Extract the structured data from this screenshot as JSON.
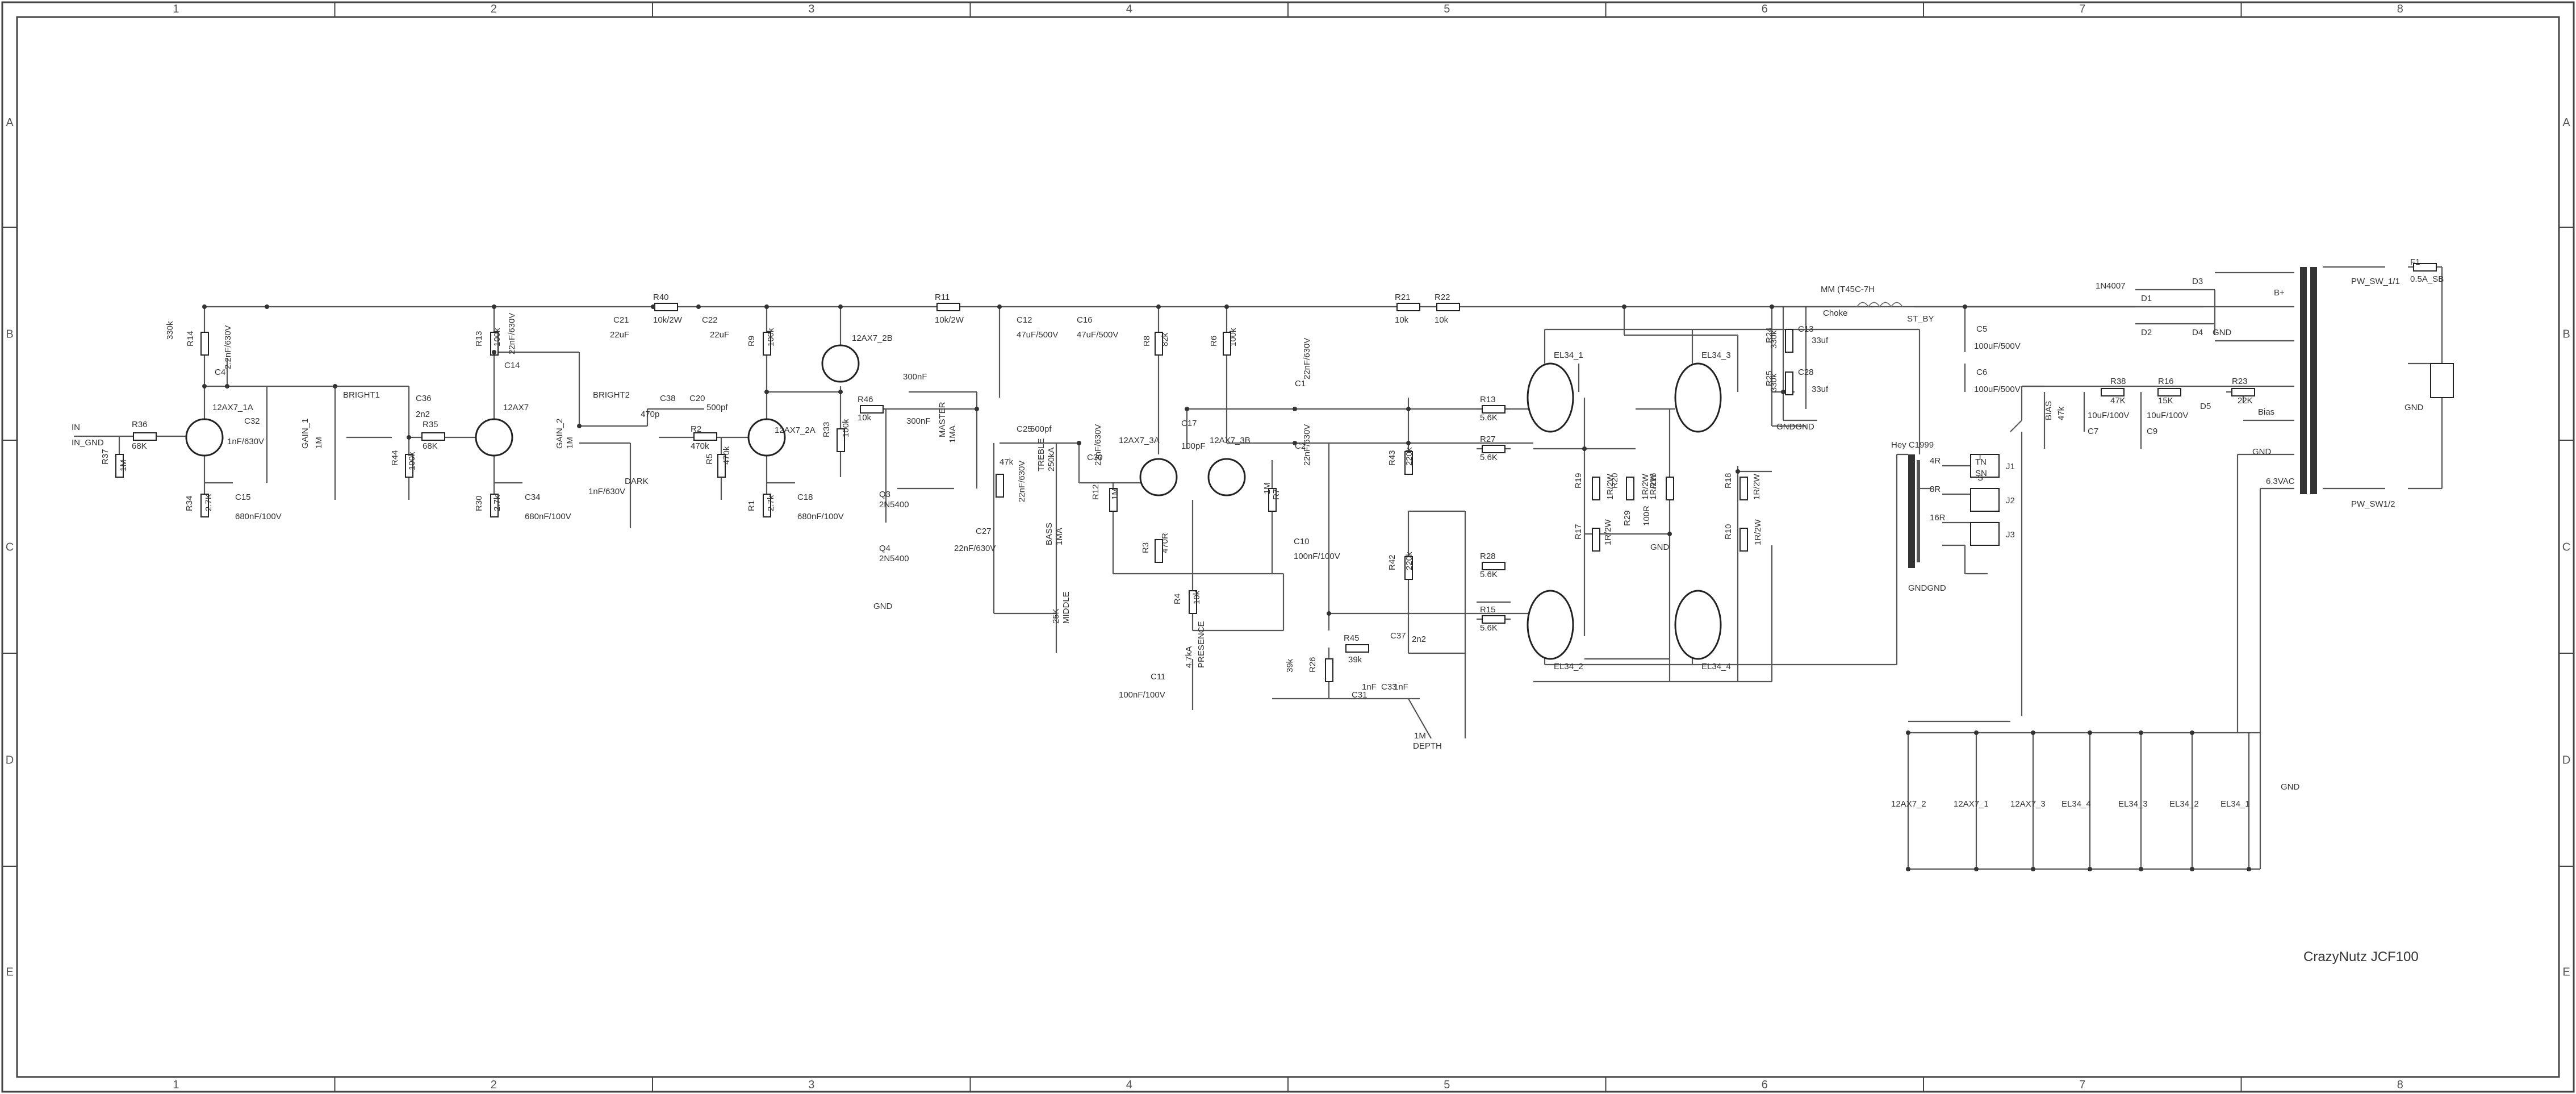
{
  "title_block": {
    "text": "CrazyNutz JCF100"
  },
  "border": {
    "columns": [
      "1",
      "2",
      "3",
      "4",
      "5",
      "6",
      "7",
      "8"
    ],
    "rows": [
      "A",
      "B",
      "C",
      "D",
      "E"
    ]
  },
  "components": [
    {
      "id": "in-label",
      "text": "IN"
    },
    {
      "id": "in-gnd-label",
      "text": "IN_GND"
    },
    {
      "id": "r36",
      "text": "R36"
    },
    {
      "id": "r36v",
      "text": "68K"
    },
    {
      "id": "r37",
      "text": "R37"
    },
    {
      "id": "r37v",
      "text": "1M"
    },
    {
      "id": "r14",
      "text": "R14"
    },
    {
      "id": "r14v",
      "text": "330k"
    },
    {
      "id": "c4",
      "text": "C4"
    },
    {
      "id": "c4v",
      "text": "2.2nF/630V"
    },
    {
      "id": "v1a",
      "text": "12AX7_1A"
    },
    {
      "id": "c32",
      "text": "C32"
    },
    {
      "id": "c32v",
      "text": "1nF/630V"
    },
    {
      "id": "r34",
      "text": "R34"
    },
    {
      "id": "r34v",
      "text": "2.7K"
    },
    {
      "id": "c15",
      "text": "C15"
    },
    {
      "id": "c15v",
      "text": "680nF/100V"
    },
    {
      "id": "gain1",
      "text": "GAIN_1"
    },
    {
      "id": "gain1v",
      "text": "1M"
    },
    {
      "id": "bright1",
      "text": "BRIGHT1"
    },
    {
      "id": "c36",
      "text": "C36"
    },
    {
      "id": "c36v",
      "text": "2n2"
    },
    {
      "id": "r35",
      "text": "R35"
    },
    {
      "id": "r35v",
      "text": "68K"
    },
    {
      "id": "r44",
      "text": "R44"
    },
    {
      "id": "r44v",
      "text": "100k"
    },
    {
      "id": "r13",
      "text": "R13"
    },
    {
      "id": "r13v",
      "text": "100k"
    },
    {
      "id": "c14",
      "text": "C14"
    },
    {
      "id": "c14v",
      "text": "22nF/630V"
    },
    {
      "id": "v1b",
      "text": "12AX7"
    },
    {
      "id": "r30",
      "text": "R30"
    },
    {
      "id": "r30v",
      "text": "2.7k"
    },
    {
      "id": "c34",
      "text": "C34"
    },
    {
      "id": "c34v",
      "text": "680nF/100V"
    },
    {
      "id": "gain2",
      "text": "GAIN_2"
    },
    {
      "id": "gain2v",
      "text": "1M"
    },
    {
      "id": "bright2",
      "text": "BRIGHT2"
    },
    {
      "id": "c35v",
      "text": "1nF/630V"
    },
    {
      "id": "dark",
      "text": "DARK"
    },
    {
      "id": "c38",
      "text": "C38"
    },
    {
      "id": "c38v",
      "text": "470p"
    },
    {
      "id": "r40",
      "text": "R40"
    },
    {
      "id": "r40v",
      "text": "10k/2W"
    },
    {
      "id": "c21",
      "text": "C21"
    },
    {
      "id": "c21v",
      "text": "22uF"
    },
    {
      "id": "c22",
      "text": "C22"
    },
    {
      "id": "c22v",
      "text": "22uF"
    },
    {
      "id": "c20",
      "text": "C20"
    },
    {
      "id": "c20v",
      "text": "500pf"
    },
    {
      "id": "r2",
      "text": "R2"
    },
    {
      "id": "r2v",
      "text": "470k"
    },
    {
      "id": "r5",
      "text": "R5"
    },
    {
      "id": "r5v",
      "text": "470k"
    },
    {
      "id": "r9",
      "text": "R9"
    },
    {
      "id": "r9v",
      "text": "100k"
    },
    {
      "id": "v2a",
      "text": "12AX7_2A"
    },
    {
      "id": "r1",
      "text": "R1"
    },
    {
      "id": "r1v",
      "text": "2.7k"
    },
    {
      "id": "c18",
      "text": "C18"
    },
    {
      "id": "c18v",
      "text": "680nF/100V"
    },
    {
      "id": "v2b",
      "text": "12AX7_2B"
    },
    {
      "id": "r46",
      "text": "R46"
    },
    {
      "id": "r46v",
      "text": "10k"
    },
    {
      "id": "c24v",
      "text": "300nF"
    },
    {
      "id": "c23v",
      "text": "300nF"
    },
    {
      "id": "r33",
      "text": "R33"
    },
    {
      "id": "r33v",
      "text": "100k"
    },
    {
      "id": "q3",
      "text": "Q3"
    },
    {
      "id": "q3v",
      "text": "2N5400"
    },
    {
      "id": "q4",
      "text": "Q4"
    },
    {
      "id": "q4v",
      "text": "2N5400"
    },
    {
      "id": "gnd-q",
      "text": "GND"
    },
    {
      "id": "master",
      "text": "MASTER"
    },
    {
      "id": "masterv",
      "text": "1MA"
    },
    {
      "id": "r11",
      "text": "R11"
    },
    {
      "id": "r11v",
      "text": "10k/2W"
    },
    {
      "id": "c12",
      "text": "C12"
    },
    {
      "id": "c12v",
      "text": "47uF/500V"
    },
    {
      "id": "c16",
      "text": "C16"
    },
    {
      "id": "c16v",
      "text": "47uF/500V"
    },
    {
      "id": "c25",
      "text": "C25"
    },
    {
      "id": "c25v",
      "text": "500pf"
    },
    {
      "id": "r47k",
      "text": "47k"
    },
    {
      "id": "treble",
      "text": "TREBLE"
    },
    {
      "id": "treblev",
      "text": "250kA"
    },
    {
      "id": "c26v",
      "text": "22nF/630V"
    },
    {
      "id": "c27",
      "text": "C27"
    },
    {
      "id": "c27v",
      "text": "22nF/630V"
    },
    {
      "id": "bass",
      "text": "BASS"
    },
    {
      "id": "bassv",
      "text": "1MA"
    },
    {
      "id": "middle",
      "text": "MIDDLE"
    },
    {
      "id": "middlev",
      "text": "25K"
    },
    {
      "id": "c30",
      "text": "C30"
    },
    {
      "id": "c30v",
      "text": "22nF/630V"
    },
    {
      "id": "v3a",
      "text": "12AX7_3A"
    },
    {
      "id": "c17",
      "text": "C17"
    },
    {
      "id": "c17v",
      "text": "100pF"
    },
    {
      "id": "v3b",
      "text": "12AX7_3B"
    },
    {
      "id": "r8",
      "text": "R8"
    },
    {
      "id": "r8v",
      "text": "82k"
    },
    {
      "id": "r6",
      "text": "R6"
    },
    {
      "id": "r6v",
      "text": "100k"
    },
    {
      "id": "r3",
      "text": "R3"
    },
    {
      "id": "r3v",
      "text": "470R"
    },
    {
      "id": "r4",
      "text": "R4"
    },
    {
      "id": "r4v",
      "text": "10k"
    },
    {
      "id": "r12",
      "text": "R12"
    },
    {
      "id": "r12v",
      "text": "1M"
    },
    {
      "id": "r7",
      "text": "R7"
    },
    {
      "id": "r7v",
      "text": "1M"
    },
    {
      "id": "c10",
      "text": "C10"
    },
    {
      "id": "c10v",
      "text": "100nF/100V"
    },
    {
      "id": "c11",
      "text": "C11"
    },
    {
      "id": "c11v",
      "text": "100nF/100V"
    },
    {
      "id": "presence",
      "text": "PRESENCE"
    },
    {
      "id": "presencev",
      "text": "4.7kA"
    },
    {
      "id": "c1",
      "text": "C1"
    },
    {
      "id": "c1v",
      "text": "22nF/630V"
    },
    {
      "id": "c2",
      "text": "C2"
    },
    {
      "id": "c2v",
      "text": "22nF/630V"
    },
    {
      "id": "r21",
      "text": "R21"
    },
    {
      "id": "r21v",
      "text": "10k"
    },
    {
      "id": "r22",
      "text": "R22"
    },
    {
      "id": "r22v",
      "text": "10k"
    },
    {
      "id": "r43",
      "text": "R43"
    },
    {
      "id": "r43v",
      "text": "220k"
    },
    {
      "id": "r42",
      "text": "R42"
    },
    {
      "id": "r42v",
      "text": "220k"
    },
    {
      "id": "r26",
      "text": "R26"
    },
    {
      "id": "r26v",
      "text": "39k"
    },
    {
      "id": "r45",
      "text": "R45"
    },
    {
      "id": "r45v",
      "text": "39k"
    },
    {
      "id": "c37",
      "text": "C37"
    },
    {
      "id": "c37v",
      "text": "2n2"
    },
    {
      "id": "c31",
      "text": "C31"
    },
    {
      "id": "c31v",
      "text": "1nF"
    },
    {
      "id": "c33",
      "text": "C33"
    },
    {
      "id": "c33v",
      "text": "1nF"
    },
    {
      "id": "depth",
      "text": "DEPTH"
    },
    {
      "id": "depthv",
      "text": "1M"
    },
    {
      "id": "el34-1",
      "text": "EL34_1"
    },
    {
      "id": "el34-2",
      "text": "EL34_2"
    },
    {
      "id": "el34-3",
      "text": "EL34_3"
    },
    {
      "id": "el34-4",
      "text": "EL34_4"
    },
    {
      "id": "r13b",
      "text": "R13"
    },
    {
      "id": "r13bv",
      "text": "5.6K"
    },
    {
      "id": "r27",
      "text": "R27"
    },
    {
      "id": "r27v",
      "text": "5.6K"
    },
    {
      "id": "r28",
      "text": "R28"
    },
    {
      "id": "r28v",
      "text": "5.6K"
    },
    {
      "id": "r15",
      "text": "R15"
    },
    {
      "id": "r15v",
      "text": "5.6K"
    },
    {
      "id": "r19",
      "text": "R19"
    },
    {
      "id": "r19v",
      "text": "1R/2W"
    },
    {
      "id": "r20",
      "text": "R20"
    },
    {
      "id": "r20v",
      "text": "1R/2W"
    },
    {
      "id": "r16",
      "text": "R16"
    },
    {
      "id": "r16v",
      "text": "1R/2W"
    },
    {
      "id": "r18",
      "text": "R18"
    },
    {
      "id": "r18v",
      "text": "1R/2W"
    },
    {
      "id": "r17",
      "text": "R17"
    },
    {
      "id": "r17v",
      "text": "1R/2W"
    },
    {
      "id": "r10",
      "text": "R10"
    },
    {
      "id": "r10v",
      "text": "1R/2W"
    },
    {
      "id": "r29",
      "text": "R29"
    },
    {
      "id": "r29v",
      "text": "100R"
    },
    {
      "id": "gnd-bias",
      "text": "GND"
    },
    {
      "id": "choke",
      "text": "MM (T45C-7H"
    },
    {
      "id": "chokev",
      "text": "Choke"
    },
    {
      "id": "r24",
      "text": "R24"
    },
    {
      "id": "r24v",
      "text": "330k"
    },
    {
      "id": "r25",
      "text": "R25"
    },
    {
      "id": "r25v",
      "text": "330k"
    },
    {
      "id": "c13",
      "text": "C13"
    },
    {
      "id": "c13v",
      "text": "33uf"
    },
    {
      "id": "c28",
      "text": "C28"
    },
    {
      "id": "c28v",
      "text": "33uf"
    },
    {
      "id": "gnd-c",
      "text": "GNDGND"
    },
    {
      "id": "stby",
      "text": "ST_BY"
    },
    {
      "id": "ot",
      "text": "Hey C1999"
    },
    {
      "id": "ot-4r",
      "text": "4R"
    },
    {
      "id": "ot-8r",
      "text": "8R"
    },
    {
      "id": "ot-16r",
      "text": "16R"
    },
    {
      "id": "gnd-ot",
      "text": "GNDGND"
    },
    {
      "id": "jack-j1",
      "text": "J1"
    },
    {
      "id": "jack-j2",
      "text": "J2"
    },
    {
      "id": "jack-j3",
      "text": "J3"
    },
    {
      "id": "jack-tn",
      "text": "TN"
    },
    {
      "id": "jack-t",
      "text": "T"
    },
    {
      "id": "jack-sn",
      "text": "SN"
    },
    {
      "id": "jack-s",
      "text": "S"
    },
    {
      "id": "c5",
      "text": "C5"
    },
    {
      "id": "c5v",
      "text": "100uF/500V"
    },
    {
      "id": "c6",
      "text": "C6"
    },
    {
      "id": "c6v",
      "text": "100uF/500V"
    },
    {
      "id": "d1",
      "text": "D1"
    },
    {
      "id": "d2",
      "text": "D2"
    },
    {
      "id": "d3",
      "text": "D3"
    },
    {
      "id": "d4",
      "text": "D4"
    },
    {
      "id": "d5",
      "text": "D5"
    },
    {
      "id": "d-1n4007",
      "text": "1N4007"
    },
    {
      "id": "gnd-d",
      "text": "GND"
    },
    {
      "id": "bplus",
      "text": "B+"
    },
    {
      "id": "pwsw1",
      "text": "PW_SW_1/1"
    },
    {
      "id": "pwsw2",
      "text": "PW_SW1/2"
    },
    {
      "id": "f1",
      "text": "F1"
    },
    {
      "id": "f1v",
      "text": "0.5A_SB"
    },
    {
      "id": "gnd-iec",
      "text": "GND"
    },
    {
      "id": "bias-adj",
      "text": "BIAS"
    },
    {
      "id": "bias-adjv",
      "text": "47k"
    },
    {
      "id": "c7",
      "text": "C7"
    },
    {
      "id": "c7v",
      "text": "10uF/100V"
    },
    {
      "id": "c9",
      "text": "C9"
    },
    {
      "id": "c9v",
      "text": "10uF/100V"
    },
    {
      "id": "r38",
      "text": "R38"
    },
    {
      "id": "r38v",
      "text": "47K"
    },
    {
      "id": "r16b",
      "text": "R16"
    },
    {
      "id": "r16bv",
      "text": "15K"
    },
    {
      "id": "r23",
      "text": "R23"
    },
    {
      "id": "r23v",
      "text": "22K"
    },
    {
      "id": "bias",
      "text": "Bias"
    },
    {
      "id": "heater",
      "text": "6.3VAC"
    },
    {
      "id": "gnd-bias2",
      "text": "GND"
    },
    {
      "id": "h-12ax7-2",
      "text": "12AX7_2"
    },
    {
      "id": "h-12ax7-1",
      "text": "12AX7_1"
    },
    {
      "id": "h-12ax7-3",
      "text": "12AX7_3"
    },
    {
      "id": "h-el34-4",
      "text": "EL34_4"
    },
    {
      "id": "h-el34-3",
      "text": "EL34_3"
    },
    {
      "id": "h-el34-2",
      "text": "EL34_2"
    },
    {
      "id": "h-el34-1",
      "text": "EL34_1"
    },
    {
      "id": "gnd",
      "text": "GND"
    }
  ]
}
